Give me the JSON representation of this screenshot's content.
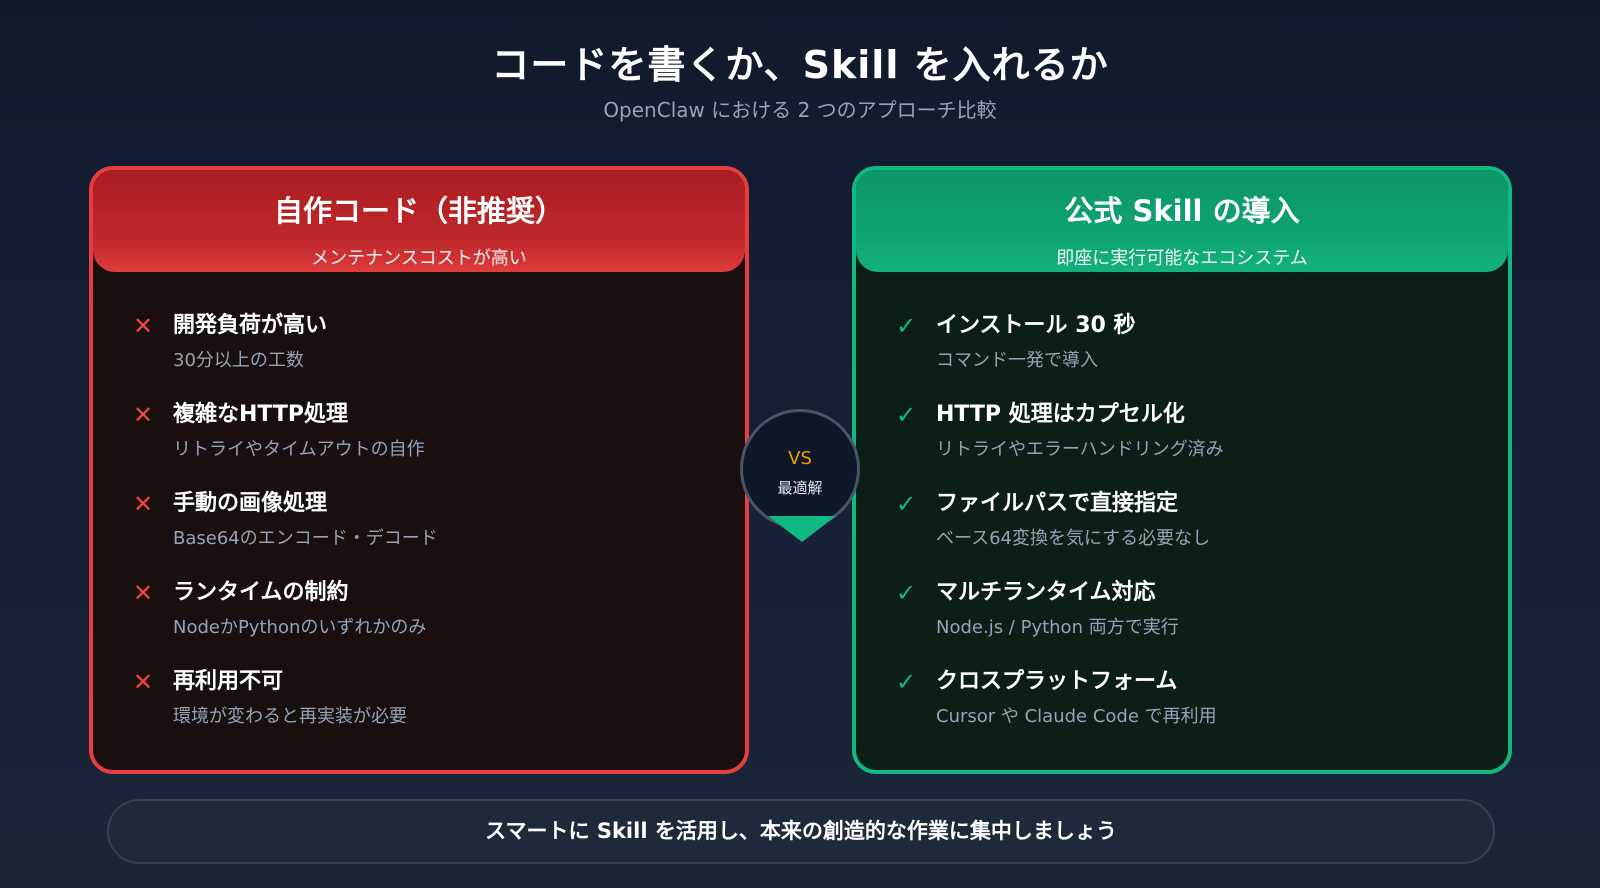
{
  "header": {
    "title": "コードを書くか、Skill を入れるか",
    "subtitle": "OpenClaw における 2 つのアプローチ比較"
  },
  "left_card": {
    "title": "自作コード（非推奨）",
    "subtitle": "メンテナンスコストが高い",
    "accent_color": "#e53e3e",
    "mark_icon": "✕",
    "items": [
      {
        "title": "開発負荷が高い",
        "desc": "30分以上の工数"
      },
      {
        "title": "複雑なHTTP処理",
        "desc": "リトライやタイムアウトの自作"
      },
      {
        "title": "手動の画像処理",
        "desc": "Base64のエンコード・デコード"
      },
      {
        "title": "ランタイムの制約",
        "desc": "NodeかPythonのいずれかのみ"
      },
      {
        "title": "再利用不可",
        "desc": "環境が変わると再実装が必要"
      }
    ]
  },
  "right_card": {
    "title": "公式 Skill の導入",
    "subtitle": "即座に実行可能なエコシステム",
    "accent_color": "#10b981",
    "mark_icon": "✓",
    "items": [
      {
        "title": "インストール 30 秒",
        "desc": "コマンド一発で導入"
      },
      {
        "title": "HTTP 処理はカプセル化",
        "desc": "リトライやエラーハンドリング済み"
      },
      {
        "title": "ファイルパスで直接指定",
        "desc": "ベース64変換を気にする必要なし"
      },
      {
        "title": "マルチランタイム対応",
        "desc": "Node.js / Python 両方で実行"
      },
      {
        "title": "クロスプラットフォーム",
        "desc": "Cursor や Claude Code で再利用"
      }
    ]
  },
  "vs_badge": {
    "label": "VS",
    "sublabel": "最適解",
    "label_color": "#f59e0b"
  },
  "footer": {
    "message": "スマートに Skill を活用し、本来の創造的な作業に集中しましょう"
  }
}
